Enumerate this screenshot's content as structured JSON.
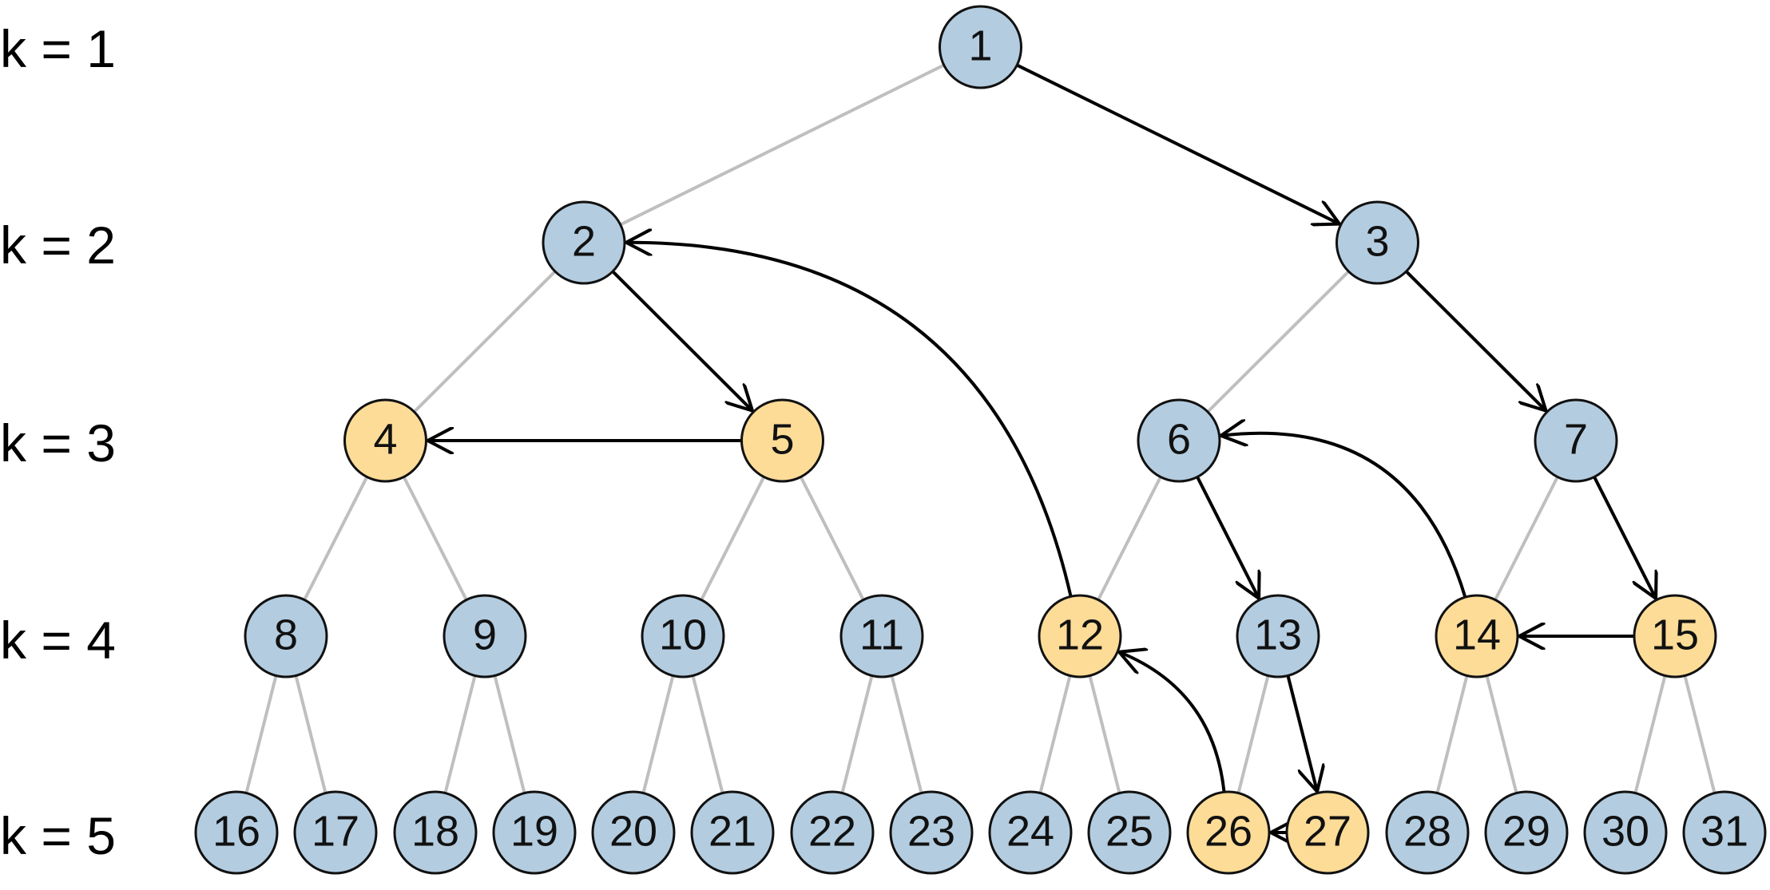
{
  "colors": {
    "node_default": "#b3cce0",
    "node_highlight": "#fddc97",
    "node_stroke": "#111111",
    "tree_edge": "#bfbfbf",
    "arrow": "#000000"
  },
  "levels": [
    {
      "k": 1,
      "label": "k = 1"
    },
    {
      "k": 2,
      "label": "k = 2"
    },
    {
      "k": 3,
      "label": "k = 3"
    },
    {
      "k": 4,
      "label": "k = 4"
    },
    {
      "k": 5,
      "label": "k = 5"
    }
  ],
  "nodes": [
    {
      "id": "1",
      "label": "1",
      "highlight": false
    },
    {
      "id": "2",
      "label": "2",
      "highlight": false
    },
    {
      "id": "3",
      "label": "3",
      "highlight": false
    },
    {
      "id": "4",
      "label": "4",
      "highlight": true
    },
    {
      "id": "5",
      "label": "5",
      "highlight": true
    },
    {
      "id": "6",
      "label": "6",
      "highlight": false
    },
    {
      "id": "7",
      "label": "7",
      "highlight": false
    },
    {
      "id": "8",
      "label": "8",
      "highlight": false
    },
    {
      "id": "9",
      "label": "9",
      "highlight": false
    },
    {
      "id": "10",
      "label": "10",
      "highlight": false
    },
    {
      "id": "11",
      "label": "11",
      "highlight": false
    },
    {
      "id": "12",
      "label": "12",
      "highlight": true
    },
    {
      "id": "13",
      "label": "13",
      "highlight": false
    },
    {
      "id": "14",
      "label": "14",
      "highlight": true
    },
    {
      "id": "15",
      "label": "15",
      "highlight": true
    },
    {
      "id": "16",
      "label": "16",
      "highlight": false
    },
    {
      "id": "17",
      "label": "17",
      "highlight": false
    },
    {
      "id": "18",
      "label": "18",
      "highlight": false
    },
    {
      "id": "19",
      "label": "19",
      "highlight": false
    },
    {
      "id": "20",
      "label": "20",
      "highlight": false
    },
    {
      "id": "21",
      "label": "21",
      "highlight": false
    },
    {
      "id": "22",
      "label": "22",
      "highlight": false
    },
    {
      "id": "23",
      "label": "23",
      "highlight": false
    },
    {
      "id": "24",
      "label": "24",
      "highlight": false
    },
    {
      "id": "25",
      "label": "25",
      "highlight": false
    },
    {
      "id": "26",
      "label": "26",
      "highlight": true
    },
    {
      "id": "27",
      "label": "27",
      "highlight": true
    },
    {
      "id": "28",
      "label": "28",
      "highlight": false
    },
    {
      "id": "29",
      "label": "29",
      "highlight": false
    },
    {
      "id": "30",
      "label": "30",
      "highlight": false
    },
    {
      "id": "31",
      "label": "31",
      "highlight": false
    }
  ],
  "arrows": [
    {
      "from": "1",
      "to": "3"
    },
    {
      "from": "3",
      "to": "7"
    },
    {
      "from": "7",
      "to": "15"
    },
    {
      "from": "15",
      "to": "14"
    },
    {
      "from": "14",
      "to": "6"
    },
    {
      "from": "6",
      "to": "13"
    },
    {
      "from": "13",
      "to": "27"
    },
    {
      "from": "27",
      "to": "26"
    },
    {
      "from": "26",
      "to": "12"
    },
    {
      "from": "12",
      "to": "2"
    },
    {
      "from": "2",
      "to": "5"
    },
    {
      "from": "5",
      "to": "4"
    }
  ]
}
